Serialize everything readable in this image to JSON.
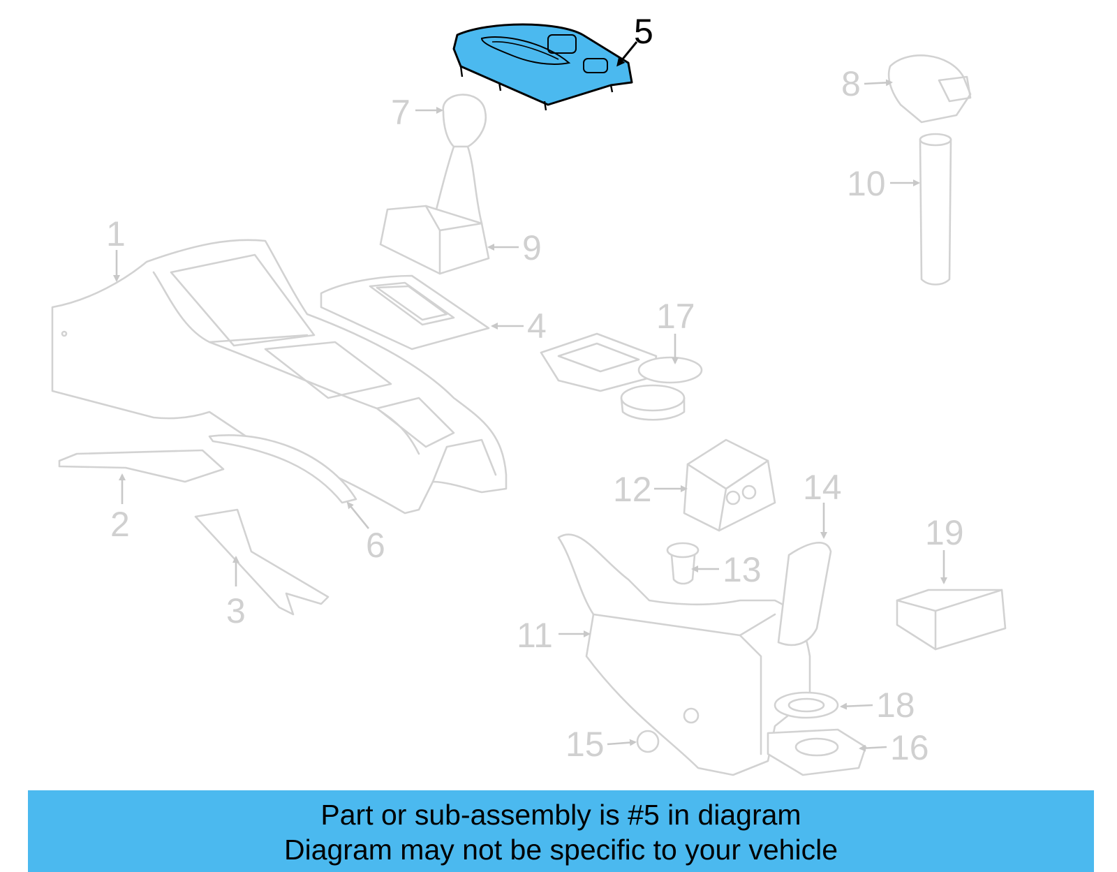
{
  "highlight_color": "#4bb9ef",
  "highlighted_part": "5",
  "callouts": {
    "c1": "1",
    "c2": "2",
    "c3": "3",
    "c4": "4",
    "c5": "5",
    "c6": "6",
    "c7": "7",
    "c8": "8",
    "c9": "9",
    "c10": "10",
    "c11": "11",
    "c12": "12",
    "c13": "13",
    "c14": "14",
    "c15": "15",
    "c16": "16",
    "c17": "17",
    "c18": "18",
    "c19": "19"
  },
  "banner": {
    "line1": "Part or sub-assembly is #5 in diagram",
    "line2": "Diagram may not be specific to your vehicle"
  }
}
